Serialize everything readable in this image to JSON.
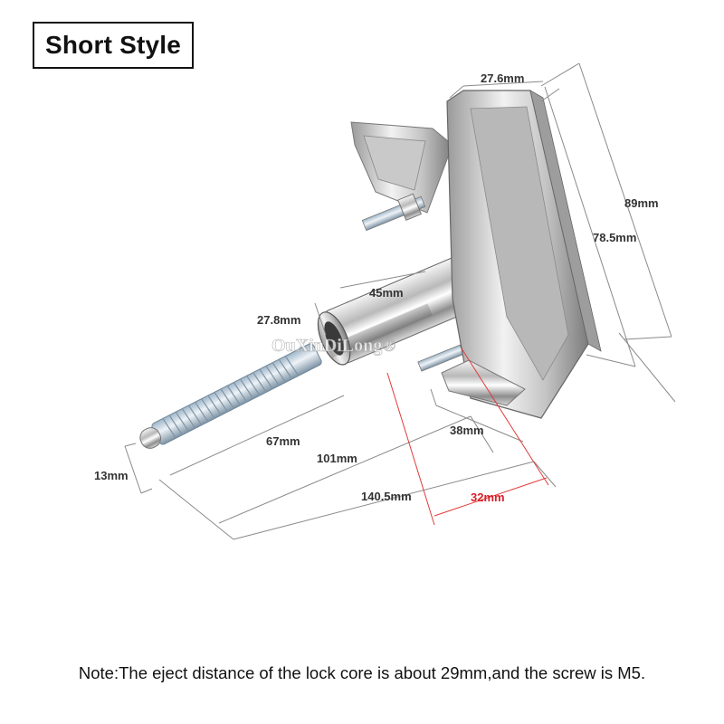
{
  "title": "Short Style",
  "dimensions": {
    "top_width": "27.6mm",
    "height_outer": "89mm",
    "height_inner": "78.5mm",
    "cylinder_length": "45mm",
    "cylinder_diameter": "27.8mm",
    "bolt_length": "67mm",
    "length_101": "101mm",
    "base_width": "38mm",
    "bolt_diameter": "13mm",
    "total_length": "140.5mm",
    "eject_length": "32mm"
  },
  "watermark": "OuXinDiLong®",
  "note": "Note:The eject distance of the lock core is about 29mm,and the screw is M5.",
  "colors": {
    "dimension_text": "#333333",
    "highlight": "#d81e2a",
    "line": "#8a8a8a"
  }
}
